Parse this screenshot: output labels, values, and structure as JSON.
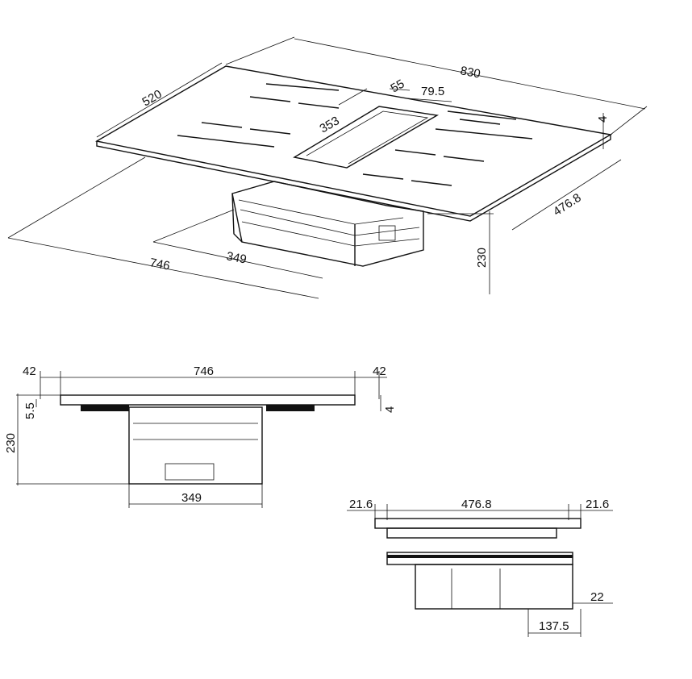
{
  "title": "Induction hob with integrated downdraft extractor - dimension drawing",
  "iso_view": {
    "width": "830",
    "depth": "520",
    "vent_offset": "55",
    "vent_width": "79.5",
    "vent_length": "353",
    "glass_thickness": "4",
    "cutout_depth": "476.8",
    "unit_height": "230",
    "cutout_width": "746",
    "unit_width": "349"
  },
  "front_view": {
    "left_overhang": "42",
    "cutout_width": "746",
    "right_overhang": "42",
    "top_offset": "5.5",
    "glass_thickness": "4",
    "total_height": "230",
    "unit_width": "349"
  },
  "side_view": {
    "left_overhang": "21.6",
    "cutout_depth": "476.8",
    "right_overhang": "21.6",
    "rear_gap": "22",
    "rear_unit_offset": "137.5"
  }
}
